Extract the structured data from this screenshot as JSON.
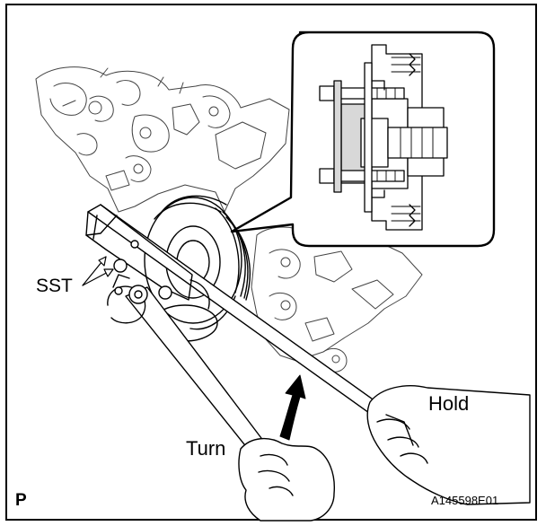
{
  "labels": {
    "sst": "SST",
    "hold": "Hold",
    "turn": "Turn",
    "corner": "P",
    "figure_code": "A145598E01"
  },
  "colors": {
    "ink": "#000000",
    "paper": "#ffffff",
    "shade": "#d8d8d8"
  },
  "icons": {
    "rotation_arrow": "curved-arrow-icon"
  }
}
